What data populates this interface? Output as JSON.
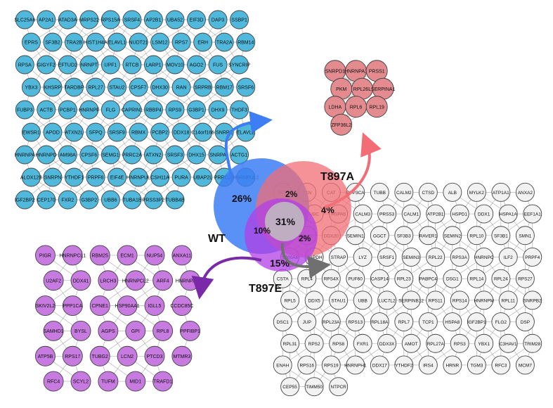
{
  "venn": {
    "labels": {
      "wt": "WT",
      "t897a": "T897A",
      "t897e": "T897E"
    },
    "percents": {
      "wt_only": "26%",
      "a_only": "4%",
      "e_only": "15%",
      "wt_a": "2%",
      "wt_e": "10%",
      "a_e": "2%",
      "all": "31%"
    },
    "colors": {
      "wt": "#3d7ef5",
      "t897a": "#f26d76",
      "t897e": "#b23fe6",
      "center": "#c0c0c0"
    }
  },
  "networks": {
    "wt": {
      "color": "#4fb8db",
      "nodes": [
        "SLC25A6",
        "AP2A1",
        "ATAD3A",
        "MRPS22",
        "RPS15A",
        "SRSF4",
        "AP2B1",
        "UBA52",
        "EIF3D",
        "DAP3",
        "SSBP1",
        "EPRS",
        "SF3B2",
        "TRA2B",
        "HIST1H4A",
        "ELAVL1",
        "NUDT21",
        "LSM12",
        "RPS7",
        "ERH",
        "TRA2A",
        "RBM14",
        "RPSA",
        "GIGYF2",
        "EFTUD2",
        "NRNPT",
        "UPF1",
        "RTCB",
        "LARP1",
        "MOV10",
        "AGO2",
        "FUS",
        "SYNCRIP",
        "YBX3",
        "KHSRP",
        "TARDBP",
        "RPL27",
        "STAU2",
        "CPSF7",
        "DHX30",
        "RAN",
        "SRPRB",
        "RBM17",
        "SRSF6",
        "FUBP3",
        "ACTB",
        "PCBP1",
        "HNRNPF",
        "FLG",
        "CAPRIN1",
        "RBBP4",
        "RPS9",
        "G3BP1",
        "DHX9",
        "THDF3",
        "EWSR1",
        "APOD",
        "ATXN2L",
        "SFPQ",
        "SRSF9",
        "RBMX",
        "PCBP2",
        "DDX18",
        "C14orf166",
        "SNRPE",
        "ELAVL2",
        "HNRNPA",
        "HNRNPD",
        "AM98A",
        "CPSF6",
        "SEMG1",
        "PRRC2A",
        "ATXN2",
        "SRSF3",
        "DHX15",
        "SNRPA",
        "ACTG1",
        "ALOX12B",
        "SNRPN",
        "YTHDF1",
        "PRPF6",
        "EIF4E",
        "HNRNPUL",
        "CSH11A",
        "PURA",
        "UBAP2L",
        "PRRC2C",
        "HNRNPUL2",
        "IGF2BP2",
        "CEP170",
        "FXR2",
        "G3BP2",
        "UBB6",
        "TUBA1B",
        "PRSS3P2",
        "TUBB4B"
      ]
    },
    "t897a": {
      "color": "#e48b8f",
      "nodes": [
        "SNRPD1",
        "HNRNPA3",
        "PRSS1",
        "PKM",
        "RPL26L",
        "SERPINA1",
        "LDHA",
        "RPL6",
        "RPL19",
        "ZFP36L2"
      ]
    },
    "t897e": {
      "color": "#c77ae0",
      "nodes": [
        "PIGR",
        "HNRNPCL1",
        "RBM25",
        "ECM1",
        "NUP54",
        "ANXA11",
        "U2AF2",
        "DDX41",
        "LRCH3",
        "HNRNPCL2",
        "ARF4",
        "HNRNPA2B1",
        "SKIV2L2",
        "PPP1CA",
        "CPNE1",
        "HSP90AA1",
        "IGLL5",
        "CCDC85C",
        "SAMHD1",
        "BYSL",
        "AGPS",
        "GPI",
        "RPL8",
        "PPFIBP1",
        "ATP5B",
        "RPS17",
        "TUBG2",
        "LCN2",
        "PTCD3",
        "MTMR3",
        "RFC4",
        "SCYL2",
        "TUFM",
        "MID1",
        "TRAFD1"
      ]
    },
    "shared": {
      "color": "#f2f2f2",
      "nodes": [
        "DCD",
        "TXN",
        "CAT",
        "PPP3CA",
        "TUBB",
        "CALM2",
        "CTSD",
        "ALB",
        "MYLK2",
        "ATP1A1",
        "ANXA2",
        "HSPA1B",
        "UBC",
        "HSPA5",
        "CALM3",
        "PRSS3",
        "CALM1",
        "ATP2B1",
        "HSPD1",
        "DDX1",
        "HSPA1A",
        "EEF1A1",
        "ZCCHC3",
        "CLPX",
        "DDX20",
        "SEMIN1",
        "GGCT",
        "SF3B3",
        "RAVER1",
        "SEMIN2",
        "RPL10",
        "SF3B1",
        "SMN1",
        "S100A8",
        "GAPDH",
        "STRAP",
        "LYZ",
        "SRSF1",
        "SEMIN3",
        "RPL22",
        "RPS3A",
        "HNRNPC",
        "ILF2",
        "PRPF4",
        "CSTA",
        "RPL4",
        "RPS4X",
        "PUF60",
        "CASP14",
        "RPL23",
        "PABPC4",
        "DSG1",
        "RPL14",
        "RPL24",
        "RPS27",
        "RPL5",
        "DDX5",
        "STAU1",
        "UBB",
        "LUC7L2",
        "SERPINB12",
        "RPS11",
        "RPS14",
        "HNRNPM",
        "RPL11",
        "SNRPB2",
        "DSC1",
        "JUP",
        "RPL23A",
        "RPS13",
        "RPL18A",
        "RPL7",
        "TCP1",
        "HSPA8",
        "IGF2BP1",
        "FLG2",
        "DSP",
        "RPL31",
        "RPS2",
        "RPS8",
        "FXR1",
        "DDX3X",
        "AMOT",
        "RPL27A",
        "RPS3",
        "YBX1",
        "C3HAV1",
        "TRIM28",
        "ENAH",
        "RPS16",
        "RPS19",
        "HNRNPH1",
        "DDX17",
        "YTHDF2",
        "IRS4",
        "HRNR",
        "TGM3",
        "RFC3",
        "MCM7",
        "CEP55",
        "TIMM50",
        "NTPCR"
      ]
    }
  }
}
